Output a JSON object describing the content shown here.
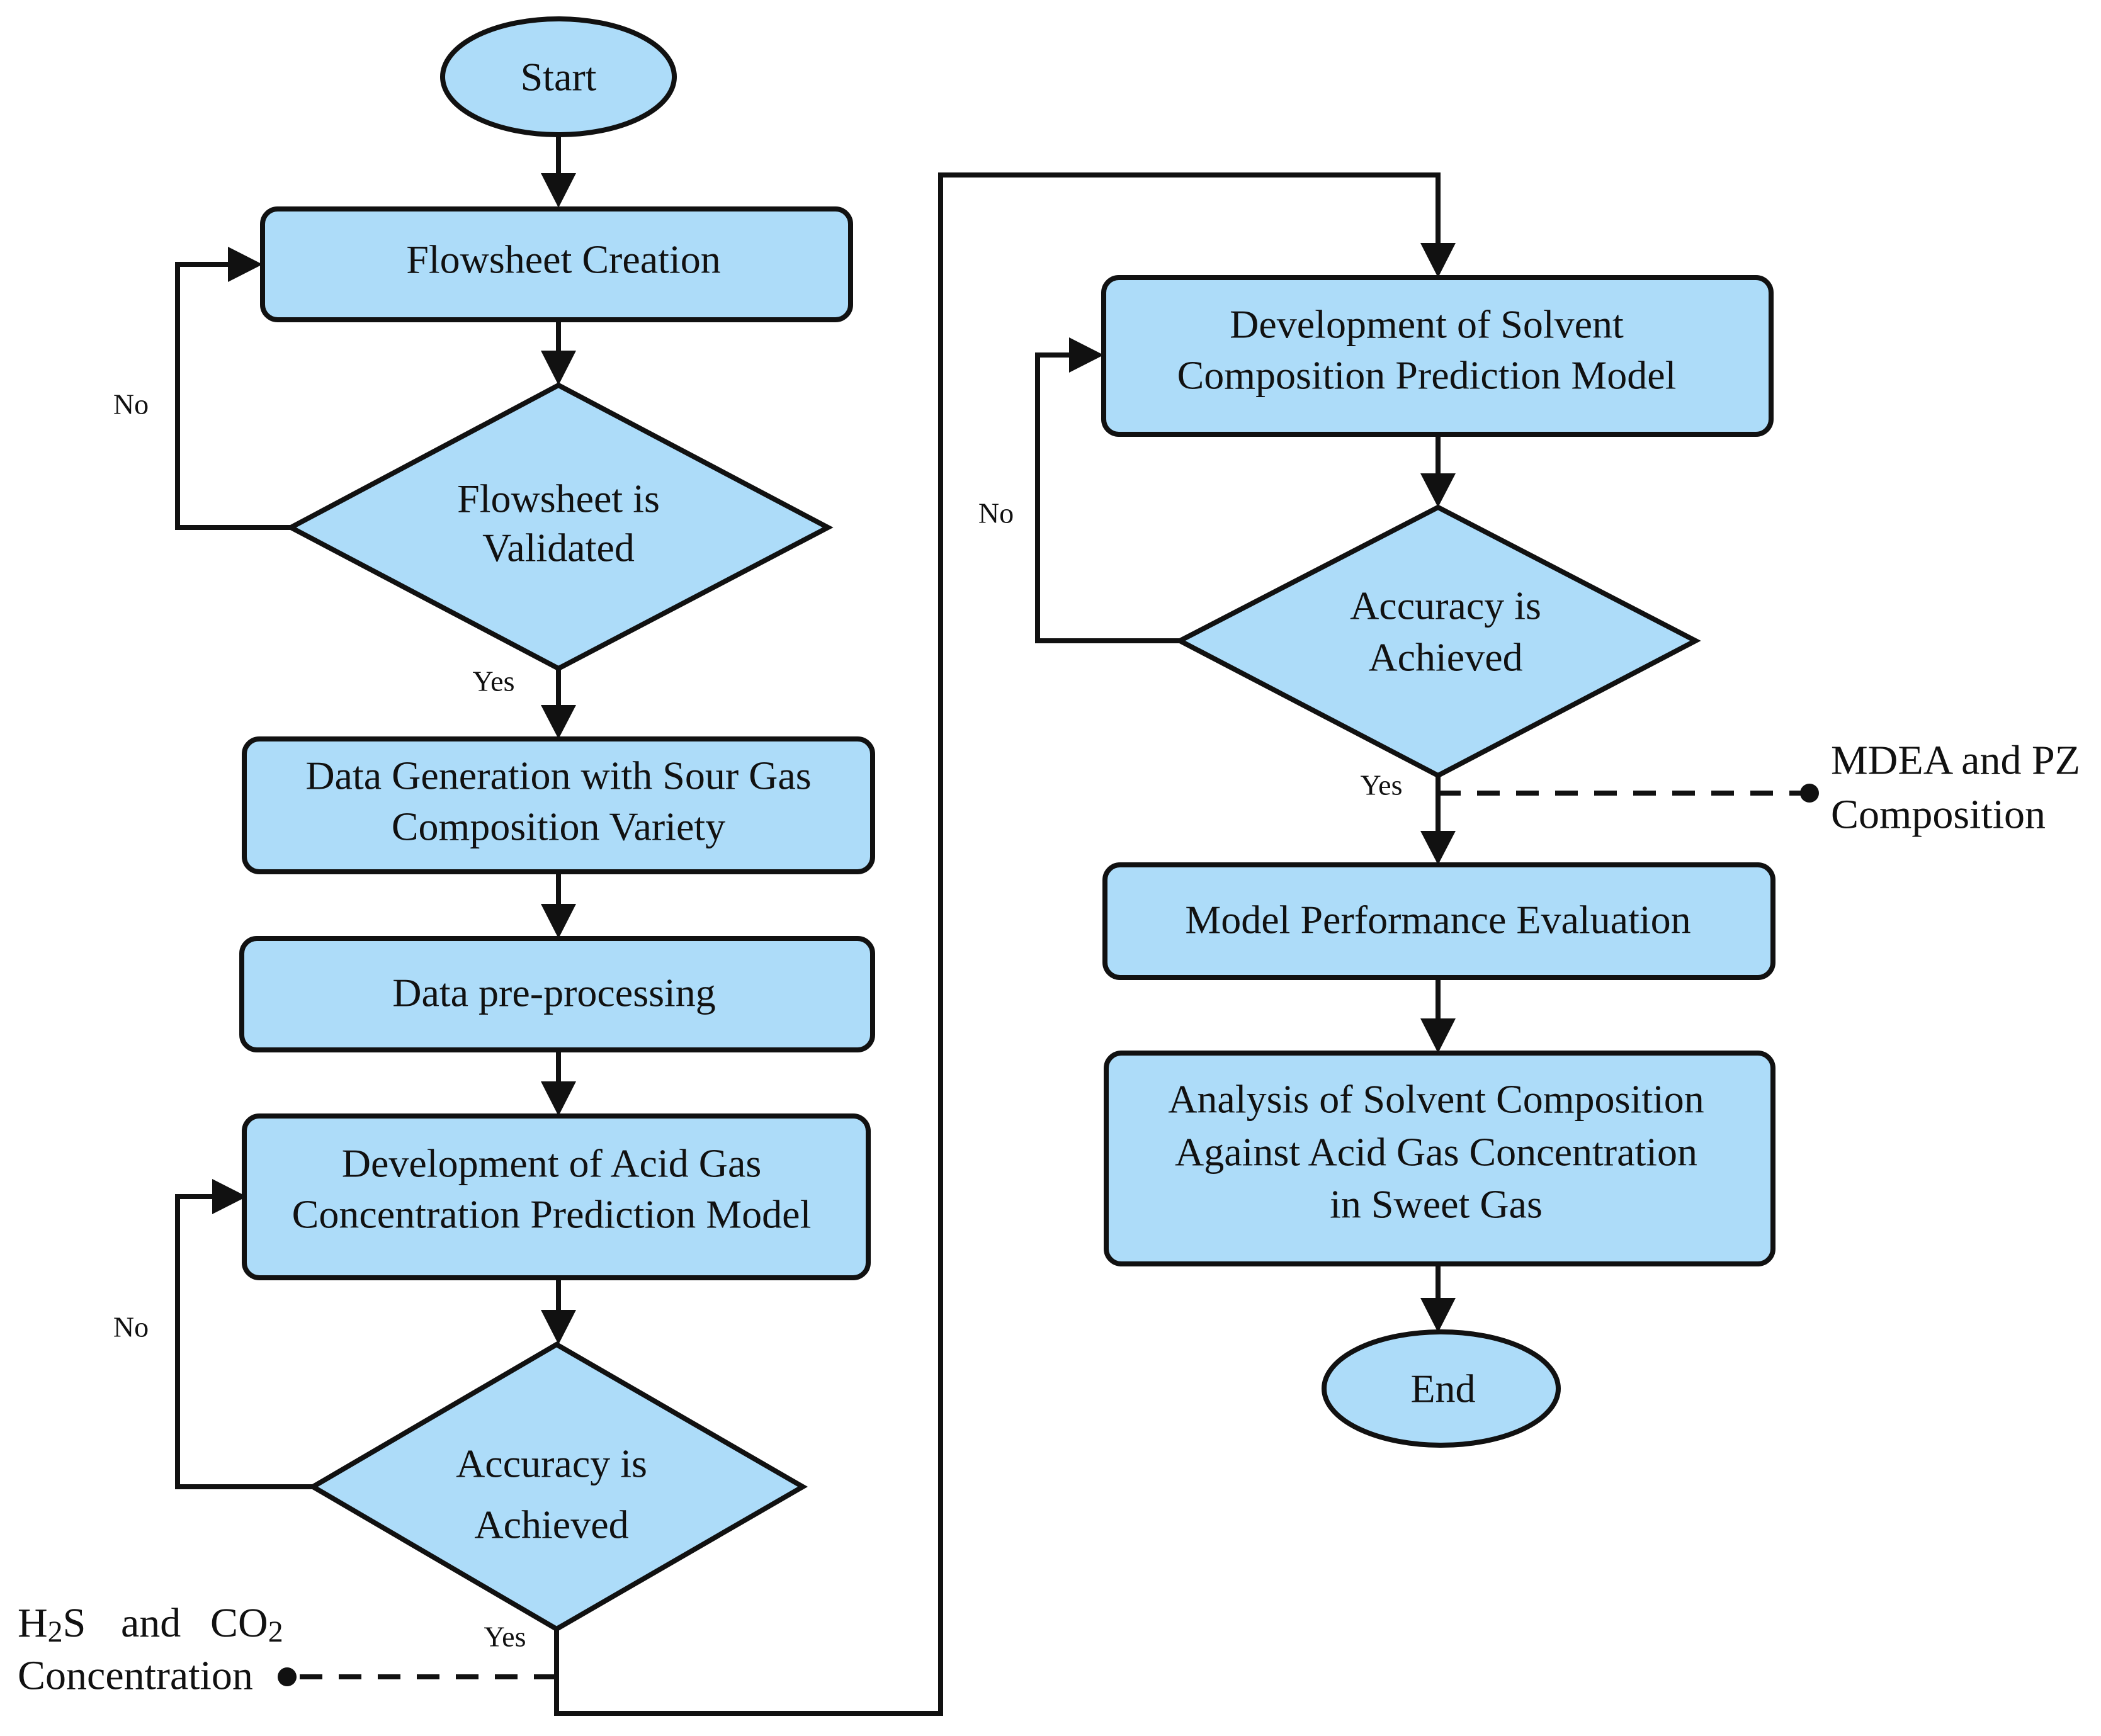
{
  "colors": {
    "fill": "#addcf9",
    "stroke": "#111111",
    "background": "#ffffff"
  },
  "nodes": {
    "start": "Start",
    "flowsheet_creation": "Flowsheet Creation",
    "flowsheet_validated": [
      "Flowsheet is",
      "Validated"
    ],
    "data_generation": [
      "Data Generation with Sour Gas",
      "Composition Variety"
    ],
    "data_preprocessing": "Data pre-processing",
    "acid_gas_model": [
      "Development of Acid Gas",
      "Concentration Prediction Model"
    ],
    "accuracy_left": [
      "Accuracy is",
      "Achieved"
    ],
    "solvent_model": [
      "Development of Solvent",
      "Composition Prediction Model"
    ],
    "accuracy_right": [
      "Accuracy is",
      "Achieved"
    ],
    "model_evaluation": "Model Performance Evaluation",
    "analysis": [
      "Analysis of Solvent Composition",
      "Against Acid Gas Concentration",
      "in Sweet Gas"
    ],
    "end": "End"
  },
  "edge_labels": {
    "no_1": "No",
    "yes_1": "Yes",
    "no_2": "No",
    "yes_2": "Yes",
    "no_3": "No",
    "yes_3": "Yes"
  },
  "outputs": {
    "h2s_co2": {
      "h": "H",
      "sub1": "2",
      "s": "S",
      "and": "and",
      "co": "CO",
      "sub2": "2",
      "line2": "Concentration"
    },
    "mdea_pz": [
      "MDEA and PZ",
      "Composition"
    ]
  }
}
